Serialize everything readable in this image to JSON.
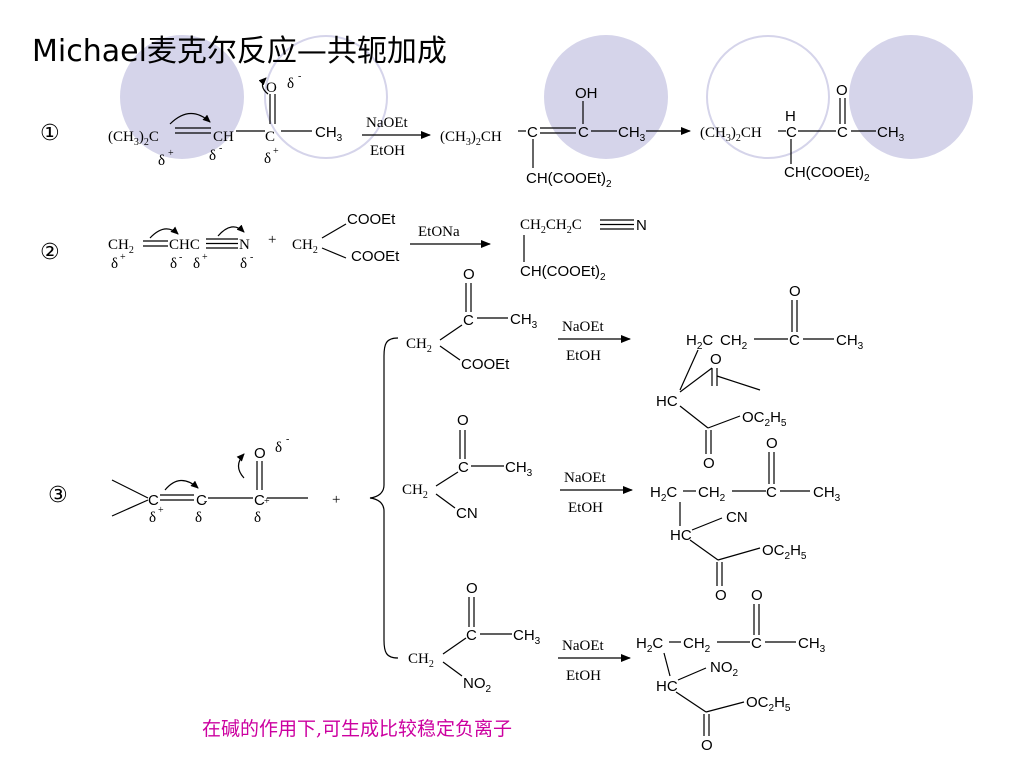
{
  "title": "Michael麦克尔反应—共轭加成",
  "footer_note": "在碱的作用下,可生成比较稳定负离子",
  "colors": {
    "decor_circle": "#d5d4ea",
    "footer_text": "#cc00a0"
  },
  "glyphs": {
    "delta": "δ",
    "plus": "+",
    "minus": "-"
  },
  "reaction1": {
    "number": "①",
    "reactant": {
      "left_group": "(CH3)2C",
      "ch": "CH",
      "c": "C",
      "ch3": "CH3",
      "o": "O"
    },
    "conditions": {
      "above": "NaOEt",
      "below": "EtOH"
    },
    "enol": {
      "head": "(CH3)2CH",
      "c": "C",
      "c2": "C",
      "oh": "OH",
      "ch3": "CH3",
      "sub": "CH(COOEt)2"
    },
    "product": {
      "head": "(CH3)2CH",
      "h": "H",
      "c": "C",
      "c2": "C",
      "o": "O",
      "ch3": "CH3",
      "sub": "CH(COOEt)2"
    }
  },
  "reaction2": {
    "number": "②",
    "acceptor": {
      "ch2": "CH2",
      "chc": "CHC",
      "n": "N"
    },
    "plus": "+",
    "donor": {
      "ch2": "CH2",
      "cooet_top": "COOEt",
      "cooet_bottom": "COOEt"
    },
    "conditions": {
      "above": "EtONa"
    },
    "product": {
      "chain": "CH2CH2C",
      "n": "N",
      "sub": "CH(COOEt)2"
    }
  },
  "reaction3": {
    "number": "③",
    "acceptor": {
      "c1": "C",
      "c2": "C",
      "c3": "C",
      "o": "O"
    },
    "plus": "+",
    "donors": [
      {
        "ch2": "CH2",
        "c": "C",
        "o": "O",
        "ch3": "CH3",
        "group": "COOEt"
      },
      {
        "ch2": "CH2",
        "c": "C",
        "o": "O",
        "ch3": "CH3",
        "group": "CN"
      },
      {
        "ch2": "CH2",
        "c": "C",
        "o": "O",
        "ch3": "CH3",
        "group": "NO2"
      }
    ],
    "conditions": {
      "above": "NaOEt",
      "below": "EtOH"
    },
    "products": [
      {
        "h2c": "H2C",
        "ch2": "CH2",
        "c": "C",
        "o": "O",
        "ch3": "CH3",
        "hc": "HC",
        "o2": "O",
        "oc2h5": "OC2H5",
        "o3": "O"
      },
      {
        "h2c": "H2C",
        "ch2": "CH2",
        "c": "C",
        "o": "O",
        "ch3": "CH3",
        "hc": "HC",
        "group": "CN",
        "oc2h5": "OC2H5",
        "o3": "O"
      },
      {
        "h2c": "H2C",
        "ch2": "CH2",
        "c": "C",
        "o": "O",
        "ch3": "CH3",
        "hc": "HC",
        "group": "NO2",
        "oc2h5": "OC2H5",
        "o3": "O"
      }
    ]
  }
}
